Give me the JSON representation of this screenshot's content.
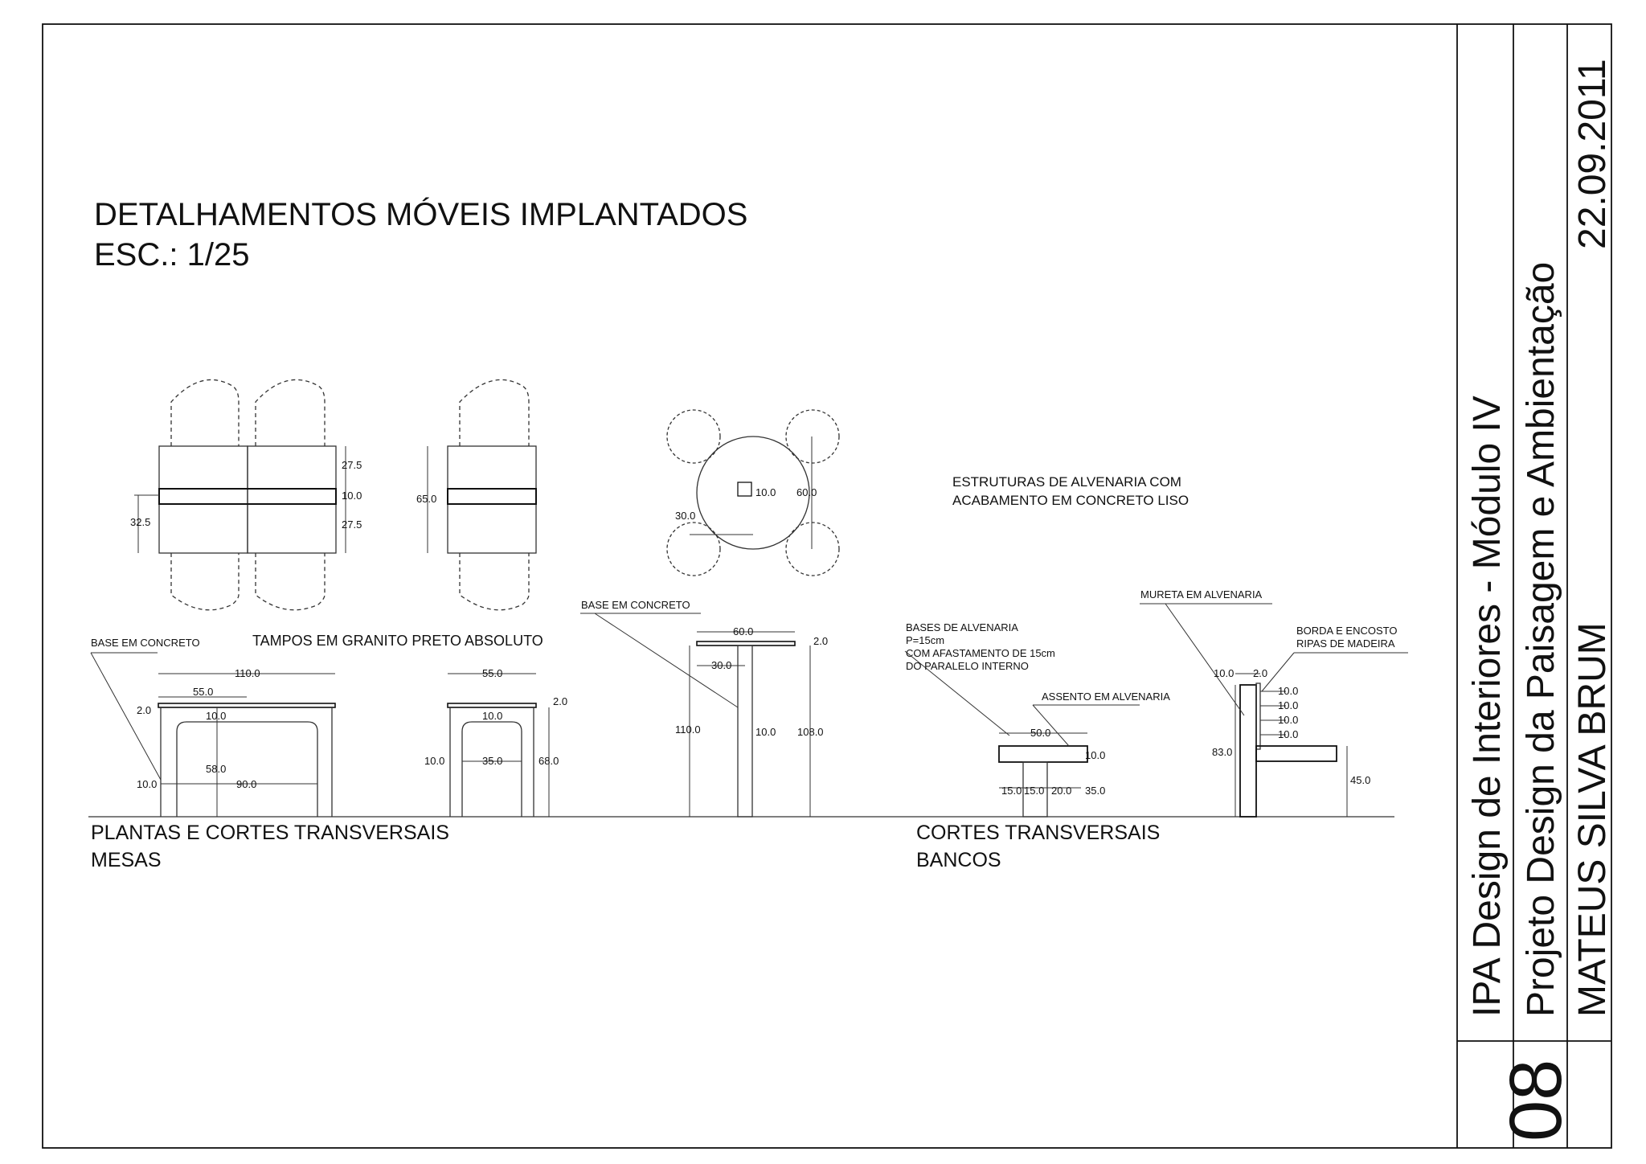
{
  "title": {
    "line1": "DETALHAMENTOS  MÓVEIS IMPLANTADOS",
    "line2": "ESC.: 1/25"
  },
  "title_block": {
    "course": "IPA Design de Interiores - Módulo IV",
    "project": "Projeto Design da Paisagem e Ambientação",
    "author": "MATEUS SILVA BRUM",
    "date": "22.09.2011",
    "sheet_number": "08"
  },
  "notes": {
    "alvenaria": [
      "ESTRUTURAS DE ALVENARIA COM",
      "ACABAMENTO EM CONCRETO LISO"
    ],
    "tampos": "TAMPOS EM GRANITO PRETO ABSOLUTO",
    "base_concreto_1": "BASE EM CONCRETO",
    "base_concreto_2": "BASE EM CONCRETO",
    "bases_alvenaria": [
      "BASES DE ALVENARIA",
      "P=15cm",
      "COM AFASTAMENTO DE 15cm",
      "DO PARALELO INTERNO"
    ],
    "assento": "ASSENTO EM ALVENARIA",
    "mureta": "MURETA EM ALVENARIA",
    "borda": [
      "BORDA E ENCOSTO",
      "RIPAS DE MADEIRA"
    ]
  },
  "captions": {
    "mesas": [
      "PLANTAS E CORTES TRANSVERSAIS",
      "MESAS"
    ],
    "bancos": [
      "CORTES TRANSVERSAIS",
      "BANCOS"
    ]
  },
  "dims": {
    "d27_5a": "27.5",
    "d10a": "10.0",
    "d27_5b": "27.5",
    "d32_5": "32.5",
    "d65": "65.0",
    "d10b": "10.0",
    "d60": "60.0",
    "d30a": "30.0",
    "d110a": "110.0",
    "d55a": "55.0",
    "d2a": "2.0",
    "d10c": "10.0",
    "d58": "58.0",
    "d10d": "10.0",
    "d90": "90.0",
    "d55b": "55.0",
    "d2b": "2.0",
    "d10e": "10.0",
    "d10f": "10.0",
    "d35a": "35.0",
    "d68": "68.0",
    "d60b": "60.0",
    "d2c": "2.0",
    "d30b": "30.0",
    "d110b": "110.0",
    "d10g": "10.0",
    "d108": "108.0",
    "d50": "50.0",
    "d10h": "10.0",
    "d15a": "15.0",
    "d15b": "15.0",
    "d20": "20.0",
    "d35b": "35.0",
    "d10i": "10.0",
    "d2d": "2.0",
    "d10j": "10.0",
    "d10k": "10.0",
    "d10l": "10.0",
    "d10m": "10.0",
    "d83": "83.0",
    "d45": "45.0"
  }
}
